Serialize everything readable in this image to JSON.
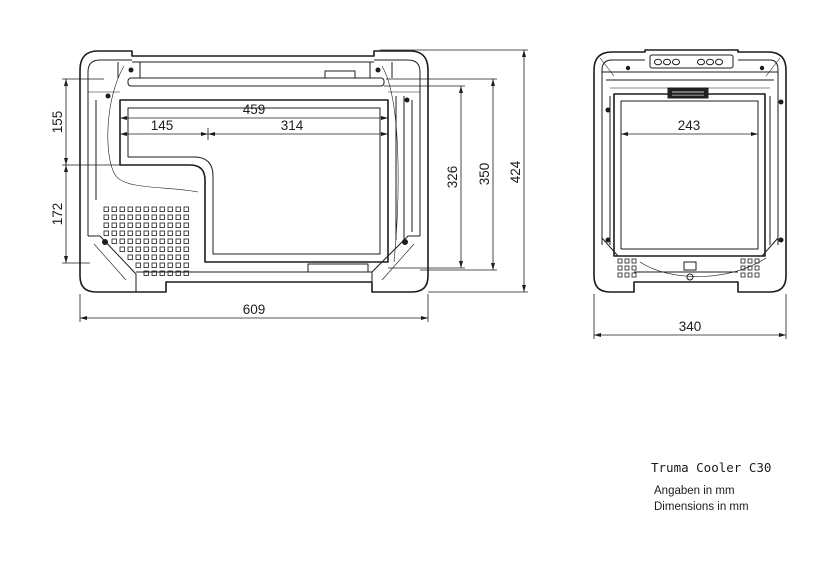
{
  "side_view": {
    "dimensions": {
      "interior_length": "459",
      "left_section": "145",
      "right_section": "314",
      "overall_length": "609",
      "upper_height": "155",
      "lower_height": "172",
      "interior_height": "326",
      "body_height": "350",
      "overall_height": "424"
    }
  },
  "front_view": {
    "dimensions": {
      "interior_width": "243",
      "overall_width": "340"
    }
  },
  "caption": {
    "product_name": "Truma Cooler C30",
    "units_de": "Angaben in mm",
    "units_en": "Dimensions in mm"
  },
  "colors": {
    "line": "#1c1c1c",
    "background": "#ffffff"
  }
}
